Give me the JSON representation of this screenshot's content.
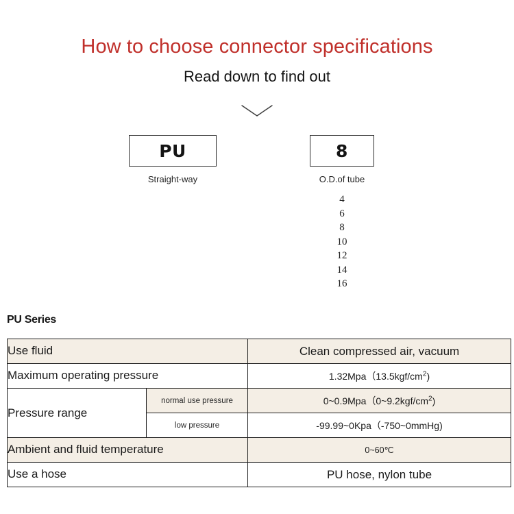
{
  "header": {
    "title": "How to choose connector specifications",
    "subtitle": "Read down to find out",
    "title_color": "#C0302B",
    "chevron_icon": "chevron-down-icon"
  },
  "code_breakdown": [
    {
      "code": "PU",
      "caption": "Straight-way"
    },
    {
      "code": "8",
      "caption": "O.D.of tube"
    }
  ],
  "size_options": [
    "4",
    "6",
    "8",
    "10",
    "12",
    "14",
    "16"
  ],
  "series": {
    "heading": "PU Series",
    "shade_color": "#F4EEE5",
    "rows": [
      {
        "label": "Use fluid",
        "value": "Clean compressed air, vacuum"
      },
      {
        "label": "Maximum operating pressure",
        "value_pre": "1.32Mpa（13.5kgf/cm",
        "value_sup": "2",
        "value_post": ")"
      },
      {
        "label": "Pressure range",
        "sub_rows": [
          {
            "sub_label": "normal use pressure",
            "value_pre": "0~0.9Mpa（0~9.2kgf/cm",
            "value_sup": "2",
            "value_post": ")"
          },
          {
            "sub_label": "low pressure",
            "value": "-99.99~0Kpa（-750~0mmHg)"
          }
        ]
      },
      {
        "label": "Ambient and fluid temperature",
        "value": "0~60℃"
      },
      {
        "label": "Use a hose",
        "value": "PU hose, nylon tube"
      }
    ]
  }
}
